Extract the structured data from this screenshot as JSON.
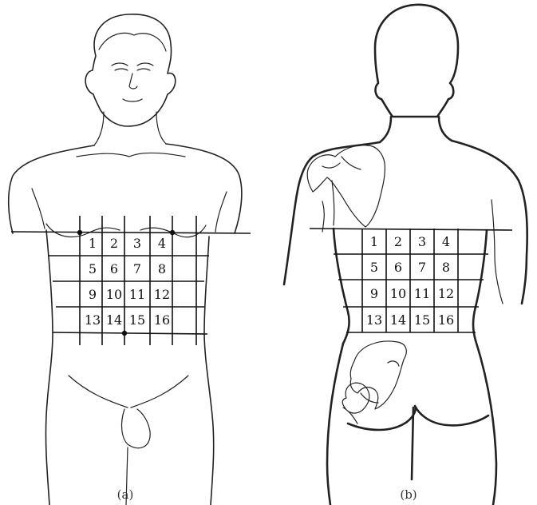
{
  "panels": [
    {
      "caption": "(a)",
      "cells": [
        [
          "1",
          "2",
          "3",
          "4"
        ],
        [
          "5",
          "6",
          "7",
          "8"
        ],
        [
          "9",
          "10",
          "11",
          "12"
        ],
        [
          "13",
          "14",
          "15",
          "16"
        ]
      ]
    },
    {
      "caption": "(b)",
      "cells": [
        [
          "1",
          "2",
          "3",
          "4"
        ],
        [
          "5",
          "6",
          "7",
          "8"
        ],
        [
          "9",
          "10",
          "11",
          "12"
        ],
        [
          "13",
          "14",
          "15",
          "16"
        ]
      ]
    }
  ]
}
